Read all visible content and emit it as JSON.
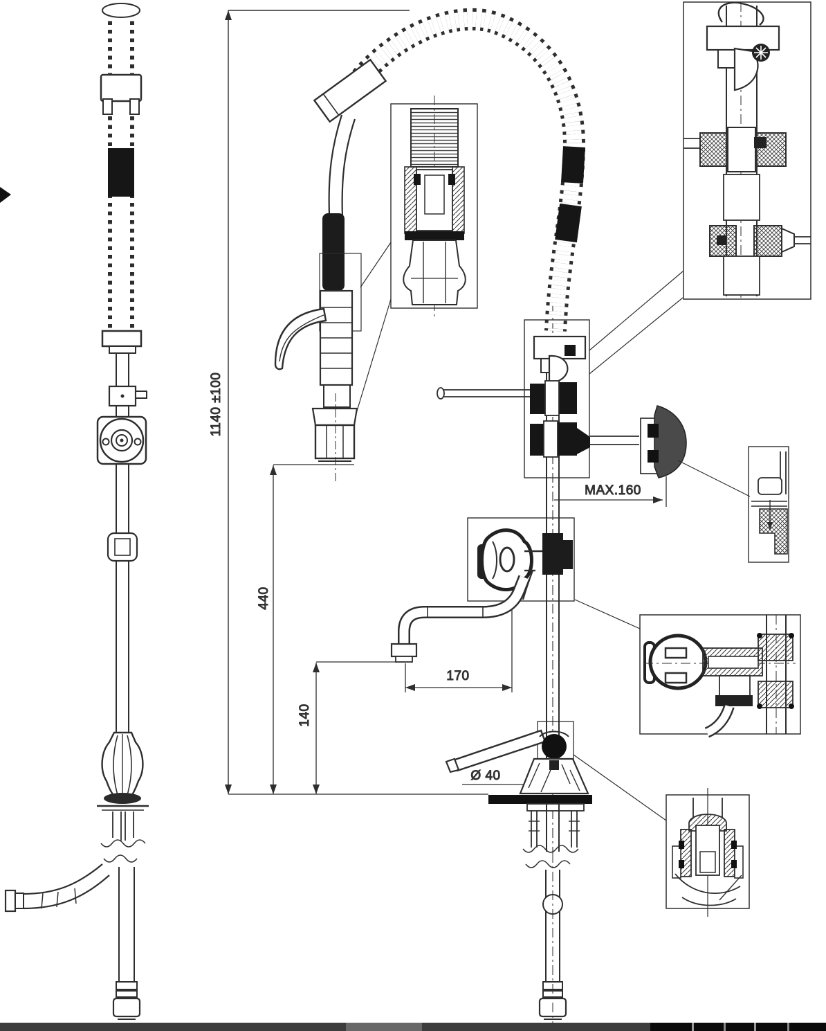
{
  "drawing": {
    "kind": "technical installation drawing",
    "subject": "pre-rinse kitchen faucet with coiled spring hose, spray gun, swivel spout and wall holster",
    "line_color": "#2e2e2e",
    "background_color": "#ffffff",
    "dimensions": {
      "overall_height": "1140 ±100",
      "riser_height": "440",
      "spout_height": "140",
      "spout_reach": "170",
      "holster_offset": "MAX.160",
      "base_diameter": "Ø 40"
    }
  }
}
